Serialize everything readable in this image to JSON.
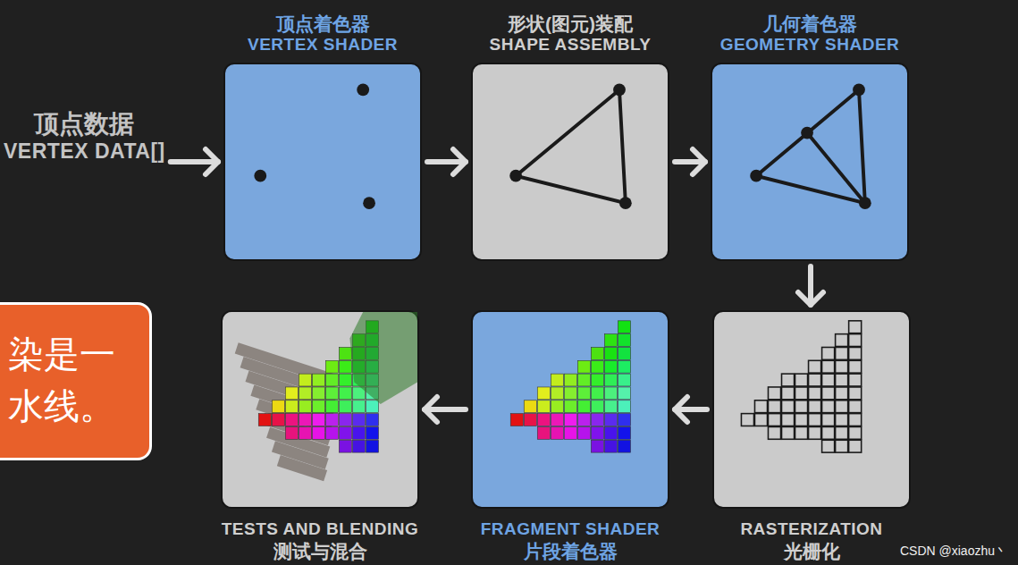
{
  "diagram": {
    "nodes": [
      {
        "text": [
          "顶点数据",
          "VERTEX DATA[]"
        ]
      },
      {
        "text": [
          "顶点着色器",
          "VERTEX SHADER"
        ]
      },
      {
        "text": [
          "形状(图元)装配",
          "SHAPE ASSEMBLY"
        ]
      },
      {
        "text": [
          "几何着色器",
          "GEOMETRY SHADER"
        ]
      },
      {
        "text": [
          "染是一 水线。"
        ]
      },
      {
        "text": [
          "TESTS AND BLENDING",
          "测试与混合"
        ]
      },
      {
        "text": [
          "FRAGMENT SHADER",
          "片段着色器"
        ]
      },
      {
        "text": [
          "RASTERIZATION",
          "光栅化"
        ]
      }
    ],
    "edges": [
      {
        "from": 0,
        "to": 1,
        "arrow": "to"
      },
      {
        "from": 1,
        "to": 2,
        "arrow": "to"
      },
      {
        "from": 2,
        "to": 3,
        "arrow": "to"
      },
      {
        "from": 3,
        "to": 7,
        "arrow": "to"
      },
      {
        "from": 7,
        "to": 6,
        "arrow": "to"
      },
      {
        "from": 6,
        "to": 5,
        "arrow": "to"
      }
    ],
    "labels": [
      "CSDN @xiaozhu丶"
    ]
  }
}
